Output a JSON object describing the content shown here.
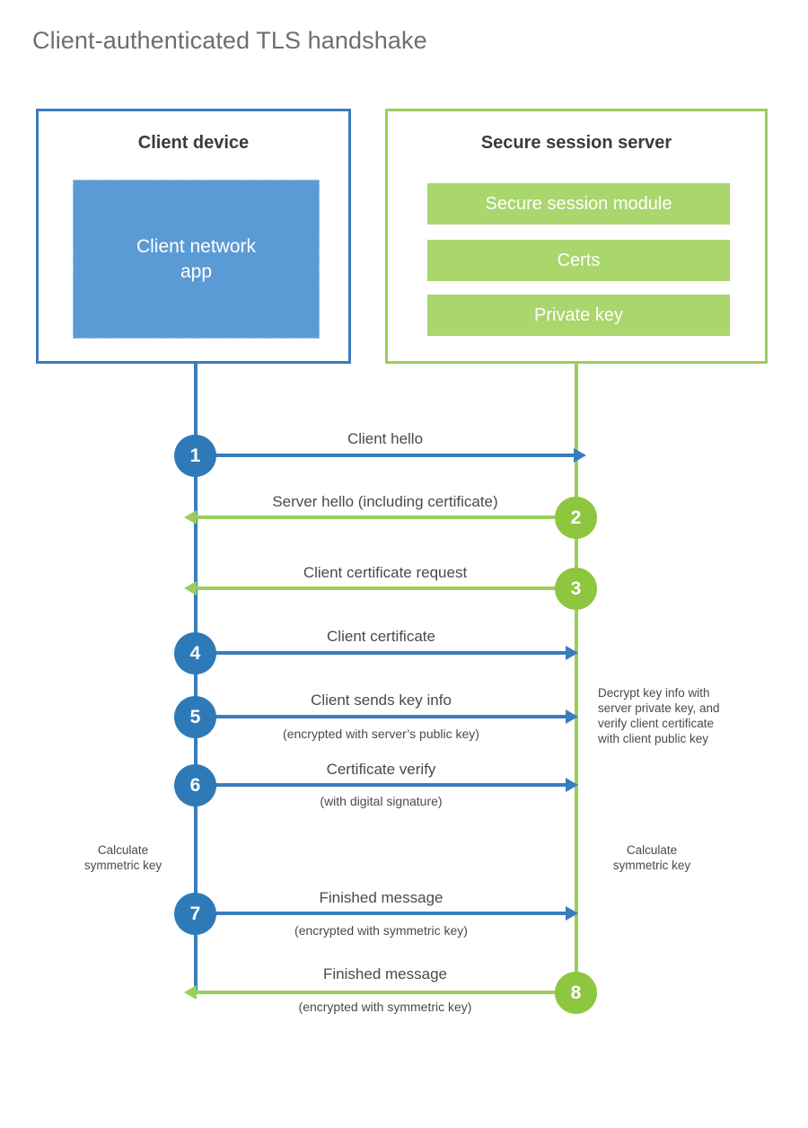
{
  "title": "Client-authenticated TLS handshake",
  "colors": {
    "blue_border": "#3a7cbe",
    "blue_fill": "#5b9bd5",
    "blue_circle": "#2e7ab8",
    "green_border": "#9ace5a",
    "green_fill": "#a9d66d",
    "green_circle": "#8dc63f",
    "title_text": "#6d6e70",
    "body_text": "#4a4a4a"
  },
  "participants": {
    "client": {
      "heading": "Client device",
      "app_label": "Client network\napp"
    },
    "server": {
      "heading": "Secure session server",
      "components": [
        {
          "label": "Secure session module"
        },
        {
          "label": "Certs"
        },
        {
          "label": "Private key"
        }
      ]
    }
  },
  "steps": [
    {
      "number": "1",
      "label": "Client hello",
      "sublabel": "",
      "direction": "client-to-server",
      "color": "blue"
    },
    {
      "number": "2",
      "label": "Server hello (including certificate)",
      "sublabel": "",
      "direction": "server-to-client",
      "color": "green"
    },
    {
      "number": "3",
      "label": "Client certificate request",
      "sublabel": "",
      "direction": "server-to-client",
      "color": "green"
    },
    {
      "number": "4",
      "label": "Client certificate",
      "sublabel": "",
      "direction": "client-to-server",
      "color": "blue"
    },
    {
      "number": "5",
      "label": "Client sends key info",
      "sublabel": "(encrypted with server’s public key)",
      "direction": "client-to-server",
      "color": "blue"
    },
    {
      "number": "6",
      "label": "Certificate verify",
      "sublabel": "(with digital signature)",
      "direction": "client-to-server",
      "color": "blue"
    },
    {
      "number": "7",
      "label": "Finished message",
      "sublabel": "(encrypted with symmetric key)",
      "direction": "client-to-server",
      "color": "blue"
    },
    {
      "number": "8",
      "label": "Finished message",
      "sublabel": "(encrypted with symmetric key)",
      "direction": "server-to-client",
      "color": "green"
    }
  ],
  "annotations": {
    "server_decrypt": "Decrypt key info with\nserver private key, and\nverify client certificate\nwith client public key",
    "client_calculate": "Calculate\nsymmetric key",
    "server_calculate": "Calculate\nsymmetric key"
  }
}
